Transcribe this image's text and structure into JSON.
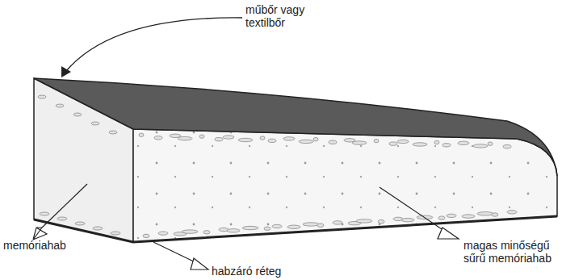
{
  "diagram": {
    "labels": [
      "műbőr vagy textilbőr",
      "memóriahab",
      "magas minőségű sűrű memóriahab",
      "habzáró réteg"
    ]
  }
}
